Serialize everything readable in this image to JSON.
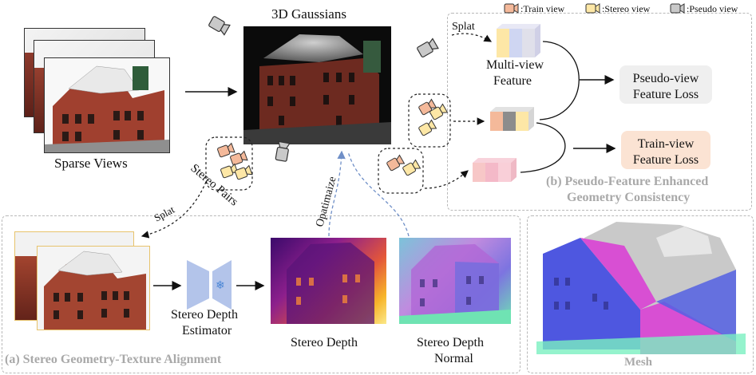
{
  "legend": {
    "train": ":Train view",
    "stereo": ":Stereo view",
    "pseudo": ":Pseudo view"
  },
  "labels": {
    "gaussians": "3D Gaussians",
    "sparse_views": "Sparse Views",
    "stereo_pairs": "Stereo Pairs",
    "splat_top": "Splat",
    "splat_bottom": "Splat",
    "optimize": "Opatimaize",
    "multiview_1": "Multi-view",
    "multiview_2": "Feature",
    "pseudo_loss_1": "Pseudo-view",
    "pseudo_loss_2": "Feature Loss",
    "train_loss_1": "Train-view",
    "train_loss_2": "Feature Loss",
    "panel_b_1": "(b) Pseudo-Feature Enhanced",
    "panel_b_2": "Geometry Consistency",
    "estimator_1": "Stereo Depth",
    "estimator_2": "Estimator",
    "panel_a": "(a) Stereo Geometry-Texture Alignment",
    "stereo_depth": "Stereo Depth",
    "normal_1": "Stereo Depth",
    "normal_2": "Normal",
    "mesh": "Mesh"
  },
  "colors": {
    "train": "#f4b99a",
    "stereo": "#fde7a6",
    "pseudo": "#c9c9c9",
    "train_loss_bg": "#fbe3d3",
    "pseudo_loss_bg": "#efefef",
    "panel_title": "#a9a9a9",
    "arrow_blue": "#6f8fc7"
  }
}
